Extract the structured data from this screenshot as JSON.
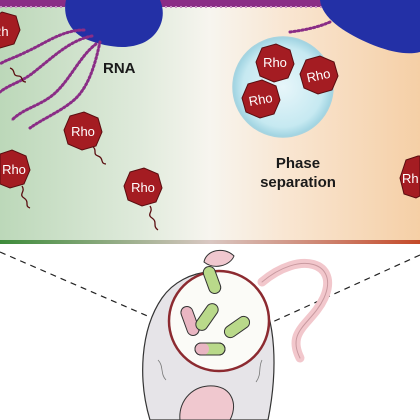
{
  "labels": {
    "rna": "RNA",
    "phase_line1": "Phase",
    "phase_line2": "separation"
  },
  "rho": {
    "text": "Rho",
    "text_partial": "Rh"
  },
  "colors": {
    "panel_left": "#bcd8b9",
    "panel_middle": "#f7f5ef",
    "panel_right": "#f5cfa6",
    "top_band": "#8a2d86",
    "polymerase": "#2330a6",
    "rna_strand": "#8a2d86",
    "rho_protein": "#a41c22",
    "rho_outline": "#5a0d10",
    "droplet": "#bfe6ef",
    "bacteria_green": "#b9d98a",
    "bacteria_pink": "#e9b6c2",
    "mouse_body": "#e6e4e8",
    "mouse_ear": "#f0c8cf"
  }
}
